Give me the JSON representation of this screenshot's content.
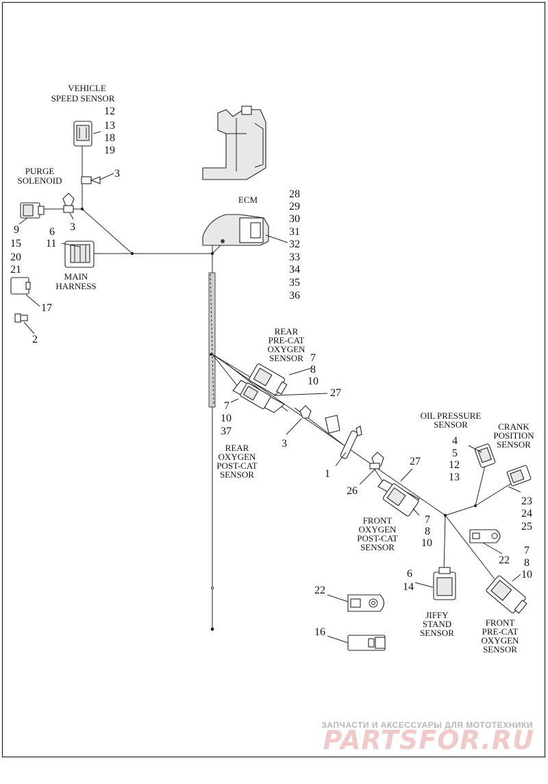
{
  "labels": {
    "vehicle_speed_sensor": [
      "VEHICLE",
      "SPEED SENSOR"
    ],
    "purge_solenoid": [
      "PURGE",
      "SOLENOID"
    ],
    "main_harness": [
      "MAIN",
      "HARNESS"
    ],
    "ecm": "ECM",
    "rear_precat_o2": [
      "REAR",
      "PRE-CAT",
      "OXYGEN",
      "SENSOR"
    ],
    "rear_postcat_o2": [
      "REAR",
      "OXYGEN",
      "POST-CAT",
      "SENSOR"
    ],
    "oil_pressure_sensor": [
      "OIL PRESSURE",
      "SENSOR"
    ],
    "crank_position_sensor": [
      "CRANK",
      "POSITION",
      "SENSOR"
    ],
    "front_postcat_o2": [
      "FRONT",
      "OXYGEN",
      "POST-CAT",
      "SENSOR"
    ],
    "jiffy_stand_sensor": [
      "JIFFY",
      "STAND",
      "SENSOR"
    ],
    "front_precat_o2": [
      "FRONT",
      "PRE-CAT",
      "OXYGEN",
      "SENSOR"
    ]
  },
  "callouts": {
    "vss": [
      "12",
      "13",
      "18",
      "19"
    ],
    "vss_clip": "3",
    "purge_clip": "3",
    "purge_group": [
      "9"
    ],
    "main_harness_nums": [
      "6",
      "11"
    ],
    "left_column": [
      "15",
      "20",
      "21"
    ],
    "relay_part": "17",
    "small_clip": "2",
    "ecm_nums": [
      "28",
      "29",
      "30",
      "31",
      "32",
      "33",
      "34",
      "35",
      "36"
    ],
    "rear_precat_nums": [
      "7",
      "8",
      "10"
    ],
    "cover_27a": "27",
    "rear_postcat_nums": [
      "7",
      "10",
      "37"
    ],
    "mid_clip": "3",
    "sleeve": "1",
    "front_clip": "26",
    "cover_27b": "27",
    "oil_nums": [
      "4",
      "5",
      "12",
      "13"
    ],
    "crank_nums": [
      "23",
      "24",
      "25"
    ],
    "front_postcat_nums": [
      "7",
      "8",
      "10"
    ],
    "bracket_22a": "22",
    "front_precat_nums": [
      "7",
      "8",
      "10"
    ],
    "jiffy_nums": [
      "6",
      "14"
    ],
    "bracket_22b": "22",
    "connector_16": "16"
  },
  "watermark": {
    "top": "ЗАПЧАСТИ И АКСЕССУАРЫ ДЛЯ МОТОТЕХНИКИ",
    "brand": "PARTSFOR.RU"
  }
}
